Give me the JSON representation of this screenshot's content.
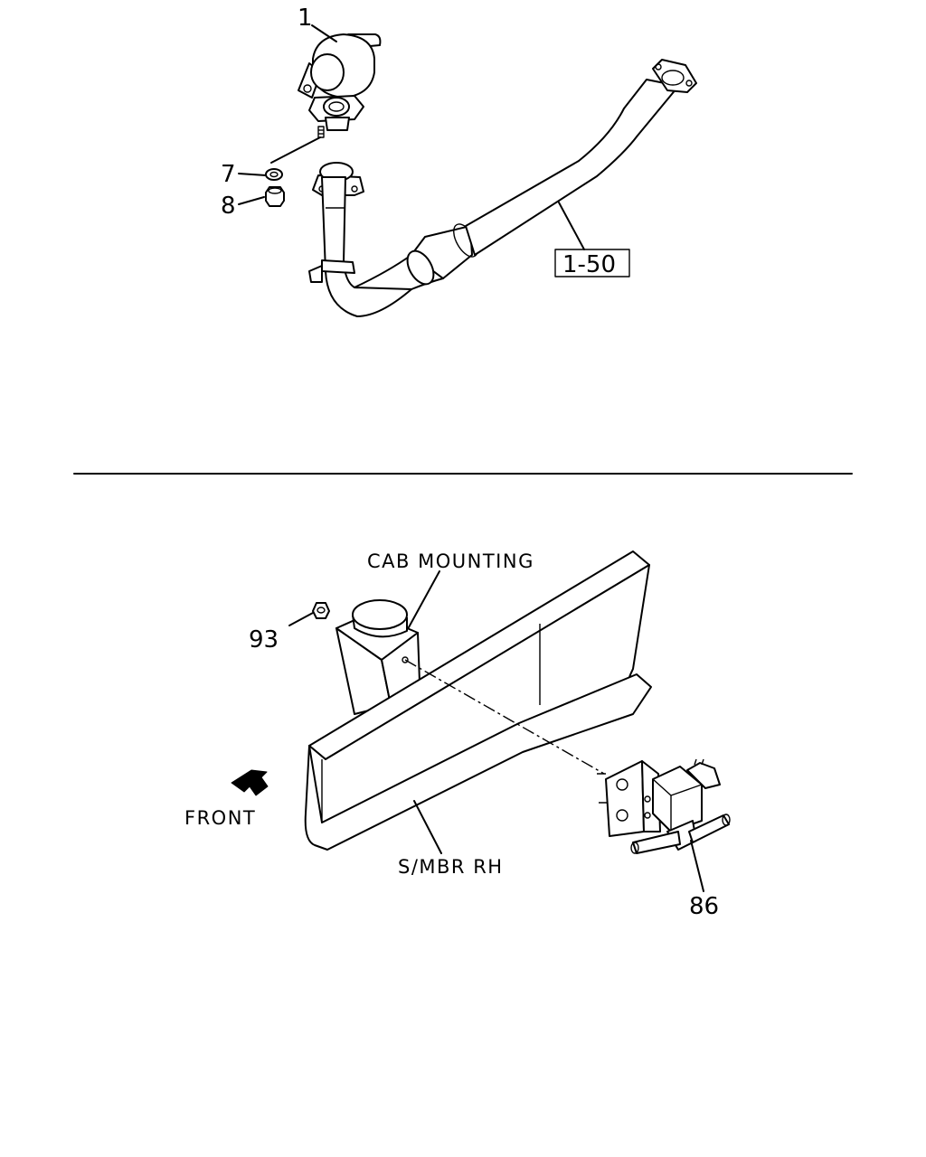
{
  "upper": {
    "callouts": {
      "part_1": "1",
      "part_7": "7",
      "part_8": "8",
      "ref_box": "1-50"
    }
  },
  "lower": {
    "callouts": {
      "part_93": "93",
      "part_86": "86"
    },
    "annotations": {
      "cab_mounting": "CAB MOUNTING",
      "front": "FRONT",
      "side_member": "S/MBR RH"
    }
  }
}
